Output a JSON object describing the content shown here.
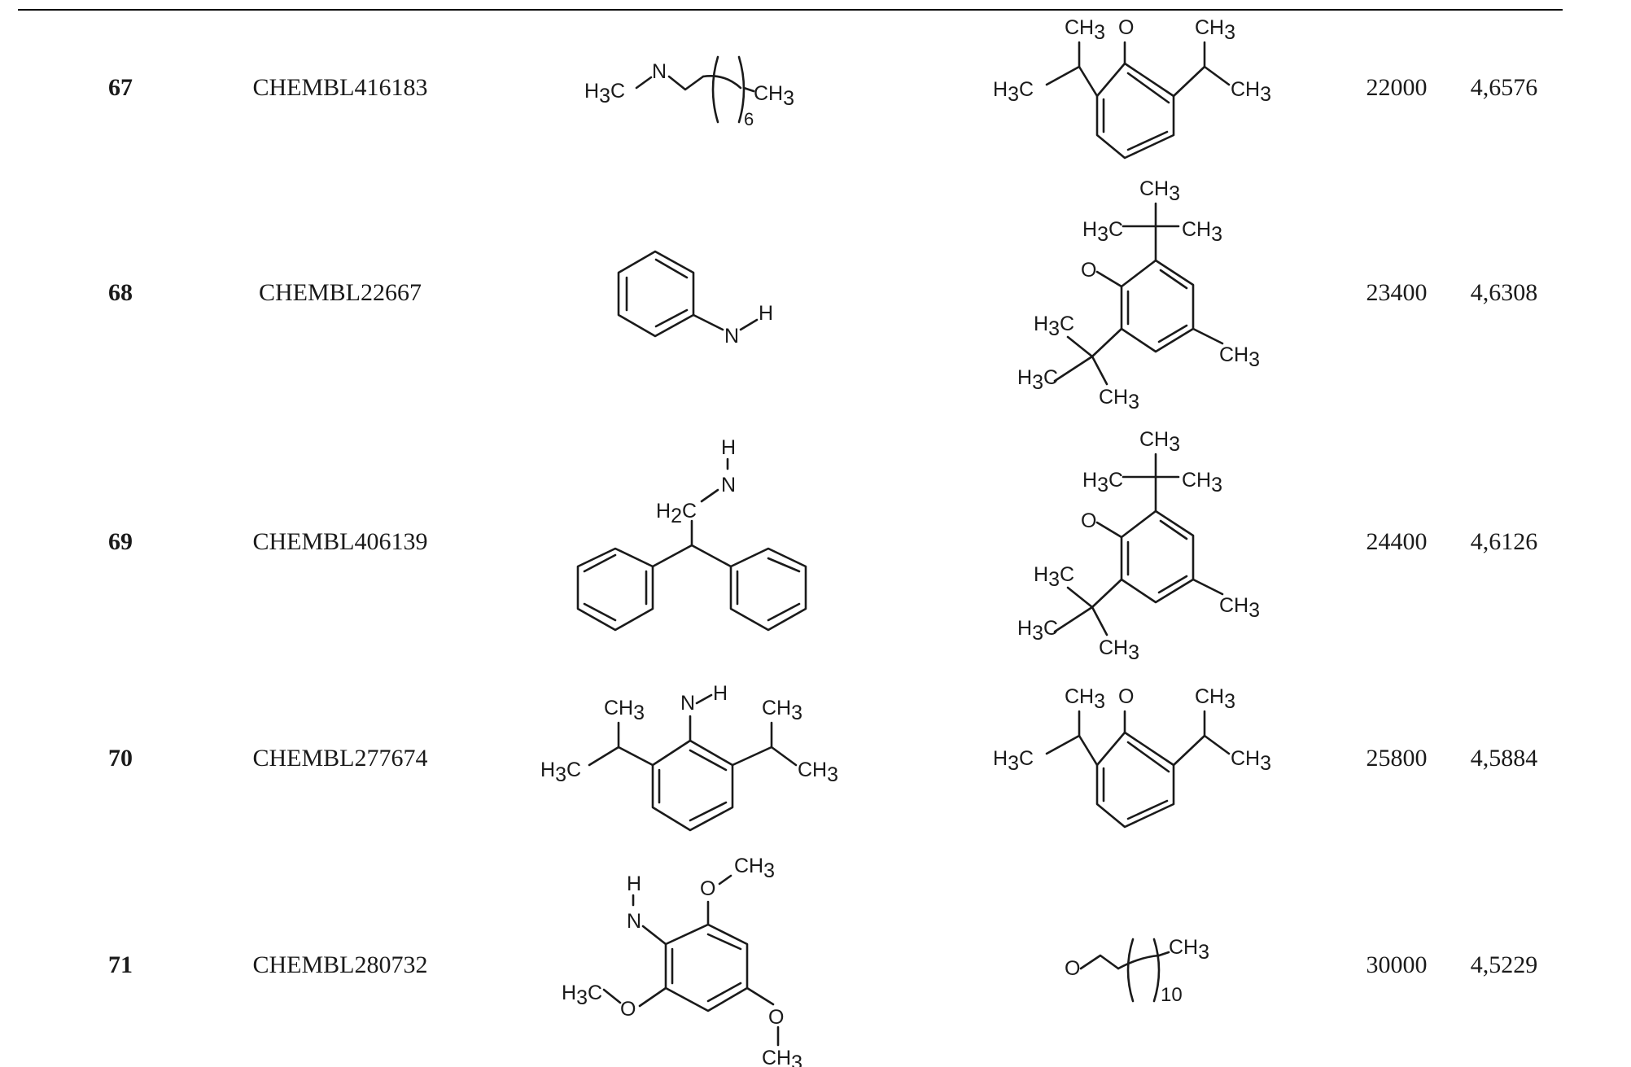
{
  "rows": [
    {
      "num": "67",
      "chembl": "CHEMBL416183",
      "ic50": "22000",
      "pic50": "4,6576"
    },
    {
      "num": "68",
      "chembl": "CHEMBL22667",
      "ic50": "23400",
      "pic50": "4,6308"
    },
    {
      "num": "69",
      "chembl": "CHEMBL406139",
      "ic50": "24400",
      "pic50": "4,6126"
    },
    {
      "num": "70",
      "chembl": "CHEMBL277674",
      "ic50": "25800",
      "pic50": "4,5884"
    },
    {
      "num": "71",
      "chembl": "CHEMBL280732",
      "ic50": "30000",
      "pic50": "4,5229"
    }
  ],
  "structure_labels": {
    "ch3": "CH",
    "h3c": "H",
    "three": "3",
    "c": "C",
    "n": "N",
    "h": "H",
    "o": "O",
    "two": "2",
    "six": "6",
    "ten": "10"
  }
}
